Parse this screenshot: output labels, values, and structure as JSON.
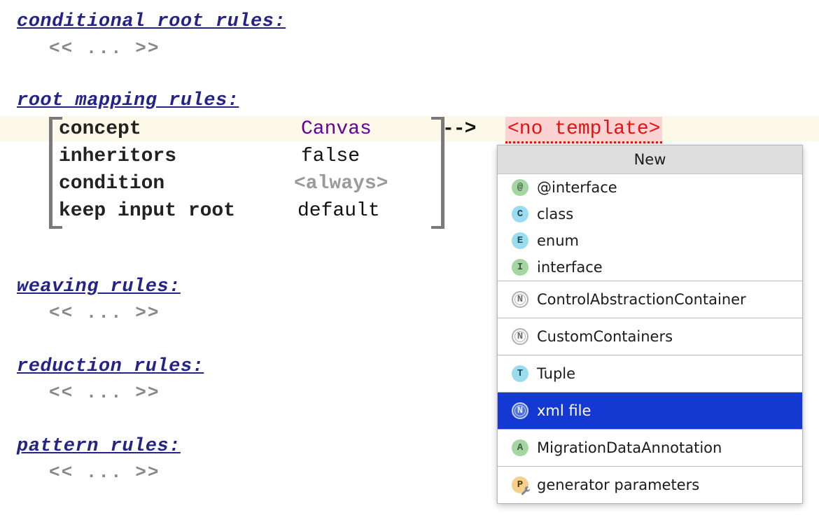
{
  "editor": {
    "sections": [
      {
        "title": "conditional root rules:",
        "collapsed": "<< ... >>"
      },
      {
        "title": "root mapping rules:",
        "collapsed": null
      },
      {
        "title": "weaving rules:",
        "collapsed": "<< ... >>"
      },
      {
        "title": "reduction rules:",
        "collapsed": "<< ... >>"
      },
      {
        "title": "pattern rules:",
        "collapsed": "<< ... >>"
      }
    ],
    "mapping_rule": {
      "rows": [
        {
          "label": "concept",
          "value": "Canvas"
        },
        {
          "label": "inheritors",
          "value": "false"
        },
        {
          "label": "condition",
          "value": "<always>"
        },
        {
          "label": "keep input root",
          "value": "default"
        }
      ],
      "arrow": "-->",
      "template": "<no template>"
    },
    "colors": {
      "section_title": "#232389",
      "collapsed": "#888888",
      "concept_value": "#660099",
      "condition_value": "#9a9a9a",
      "caret_band": "#fdf9e8",
      "error_text": "#e81010",
      "error_background": "#fbd3d3"
    }
  },
  "popup": {
    "title": "New",
    "selection_color": "#1439d2",
    "groups": [
      {
        "separated": false,
        "items": [
          {
            "label": "@interface",
            "icon": "annotation-at-icon",
            "badge": "@",
            "style": "green",
            "selected": false
          },
          {
            "label": "class",
            "icon": "class-c-icon",
            "badge": "C",
            "style": "blue",
            "selected": false
          },
          {
            "label": "enum",
            "icon": "enum-e-icon",
            "badge": "E",
            "style": "blue",
            "selected": false
          },
          {
            "label": "interface",
            "icon": "interface-i-icon",
            "badge": "I",
            "style": "green",
            "selected": false
          }
        ]
      },
      {
        "separated": true,
        "items": [
          {
            "label": "ControlAbstractionContainer",
            "icon": "node-n-icon",
            "badge": "N",
            "style": "ring",
            "selected": false
          }
        ]
      },
      {
        "separated": true,
        "items": [
          {
            "label": "CustomContainers",
            "icon": "node-n-icon",
            "badge": "N",
            "style": "ring",
            "selected": false
          }
        ]
      },
      {
        "separated": true,
        "items": [
          {
            "label": "Tuple",
            "icon": "tuple-t-icon",
            "badge": "T",
            "style": "blue",
            "selected": false
          }
        ]
      },
      {
        "separated": true,
        "items": [
          {
            "label": "xml file",
            "icon": "node-n-icon",
            "badge": "N",
            "style": "ring-selected",
            "selected": true
          }
        ]
      },
      {
        "separated": true,
        "items": [
          {
            "label": "MigrationDataAnnotation",
            "icon": "annotation-a-icon",
            "badge": "A",
            "style": "green",
            "selected": false
          }
        ]
      },
      {
        "separated": true,
        "items": [
          {
            "label": "generator parameters",
            "icon": "generator-parameters-wrench-icon",
            "badge": "P",
            "style": "orange-wrench",
            "selected": false
          }
        ]
      }
    ]
  }
}
